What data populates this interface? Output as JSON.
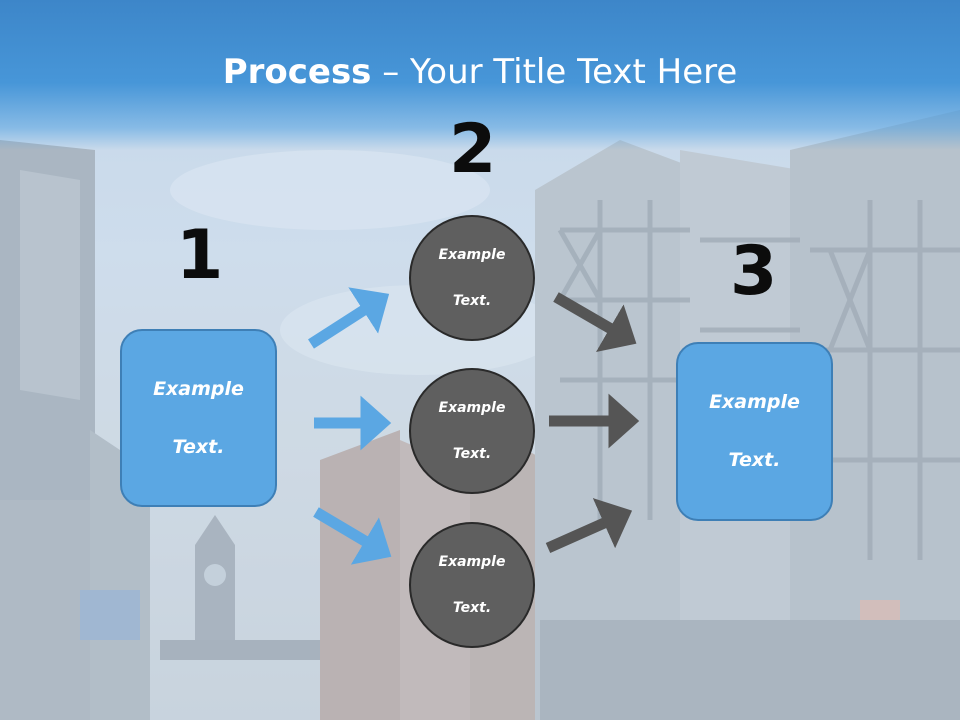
{
  "slide": {
    "title_bold": "Process",
    "title_rest": " – Your Title Text Here"
  },
  "steps": {
    "one": "1",
    "two": "2",
    "three": "3"
  },
  "boxes": {
    "left": [
      "Example",
      "Text."
    ],
    "right": [
      "Example",
      "Text."
    ]
  },
  "circles": [
    [
      "Example",
      "Text."
    ],
    [
      "Example",
      "Text."
    ],
    [
      "Example",
      "Text."
    ]
  ],
  "colors": {
    "title_band": "#4796d8",
    "box_fill": "#5ba7e3",
    "circle_fill": "#5f5f5f",
    "arrow_blue": "#5ba7e3",
    "arrow_dark": "#555555"
  }
}
